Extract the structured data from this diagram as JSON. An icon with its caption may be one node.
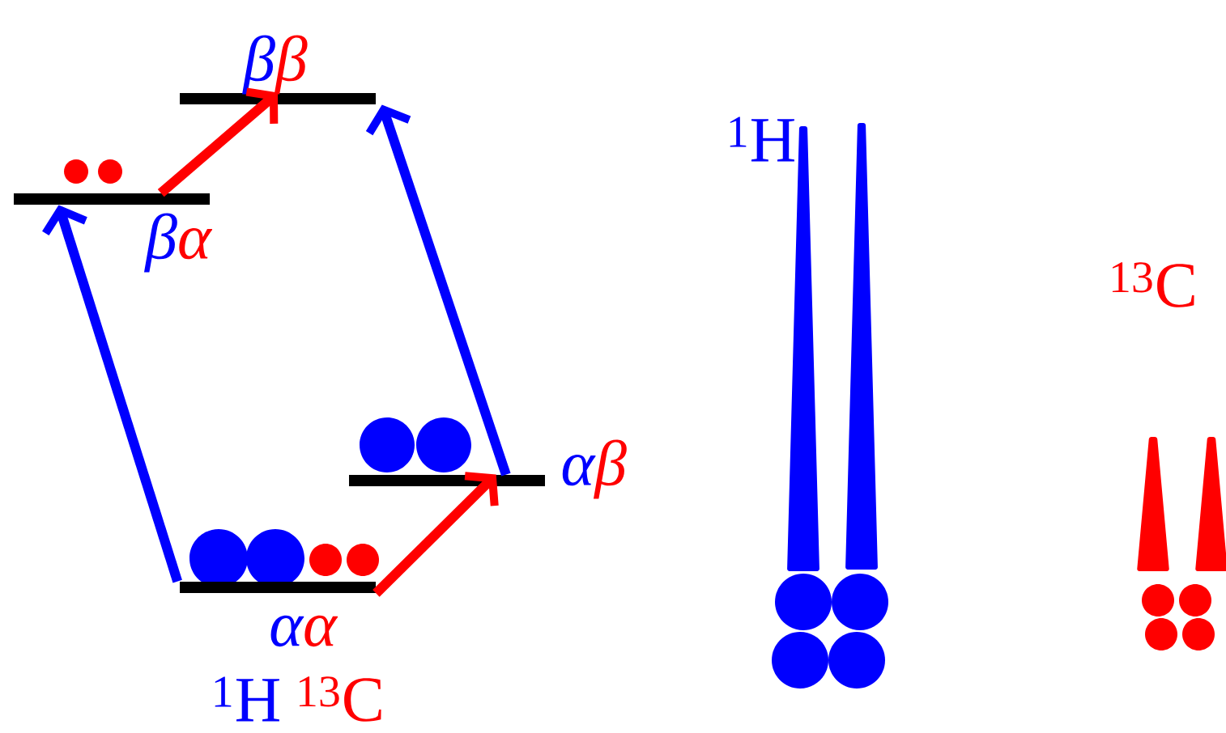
{
  "diagram": {
    "nodes": [
      {
        "text": [
          "β",
          "β"
        ]
      },
      {
        "text": [
          "β",
          "α"
        ]
      },
      {
        "text": [
          "α",
          "β"
        ]
      },
      {
        "text": [
          "α",
          "α"
        ]
      }
    ],
    "edges": [
      {
        "from": 1,
        "to": 0,
        "arrow": "to",
        "color": "#ff0000"
      },
      {
        "from": 3,
        "to": 1,
        "arrow": "to",
        "color": "#0000ff"
      },
      {
        "from": 3,
        "to": 2,
        "arrow": "to",
        "color": "#ff0000"
      },
      {
        "from": 2,
        "to": 0,
        "arrow": "to",
        "color": "#0000ff"
      }
    ],
    "labels": [
      "$^{1}$H",
      "$^{13}$C",
      "$^{1}$H",
      "$^{13}$C"
    ]
  }
}
